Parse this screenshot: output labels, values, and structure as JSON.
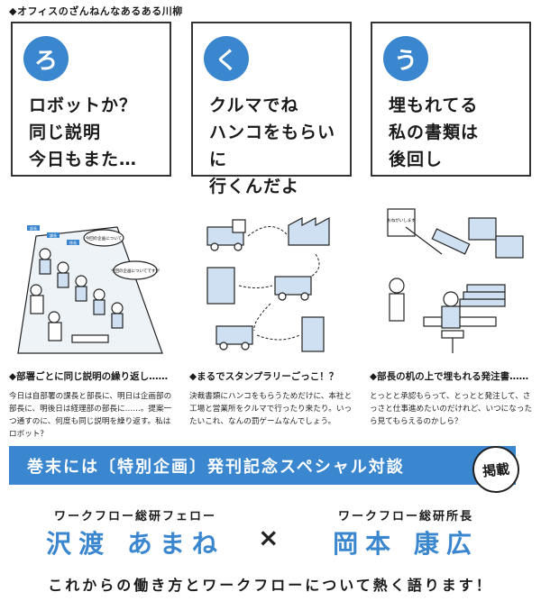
{
  "header": {
    "title": "◆オフィスのざんねんなあるある川柳"
  },
  "senryu": [
    {
      "kana": "ろ",
      "lines": [
        "ロボットか？",
        "同じ説明",
        "今日もまた…"
      ]
    },
    {
      "kana": "く",
      "lines": [
        "クルマでね",
        "ハンコをもらいに",
        "行くんだよ"
      ]
    },
    {
      "kana": "う",
      "lines": [
        "埋もれてる",
        "私の書類は",
        "後回し"
      ]
    }
  ],
  "illustrations": [
    {
      "bubbles": [
        "今回の企画について",
        "今回の企画についてですが"
      ],
      "labels": [
        "部長",
        "課長",
        "係長"
      ]
    },
    {
      "bubbles": []
    },
    {
      "bubbles": [
        "おねがいします"
      ]
    }
  ],
  "captions": [
    {
      "title": "◆部署ごとに同じ説明の繰り返し……",
      "body": "今日は自部署の課長と部長に、明日は企画部の部長に、明後日は経理部の部長に……。提案一つ通すのに、何度も同じ説明を繰り返す。私はロボット？"
    },
    {
      "title": "◆まるでスタンプラリーごっこ！？",
      "body": "決裁書類にハンコをもらうためだけに、本社と工場と営業所をクルマで行ったり来たり。いったいこれ、なんの罰ゲームなんでしょう。"
    },
    {
      "title": "◆部長の机の上で埋もれる発注書……",
      "body": "とっとと承認もらって、とっとと発注して、さっさと仕事進めたいのだけれど、いつになったら見てもらえるのかしら？"
    }
  ],
  "banner": {
    "text": "巻末には〔特別企画〕発刊記念スペシャル対談",
    "stamp": "掲載"
  },
  "guests": [
    {
      "role": "ワークフロー総研フェロー",
      "name": "沢渡 あまね"
    },
    {
      "role": "ワークフロー総研所長",
      "name": "岡本 康広"
    }
  ],
  "times": "×",
  "closing": "これからの働き方とワークフローについて熱く語ります！",
  "colors": {
    "accent": "#3a86cf",
    "ink": "#1a1a1a"
  }
}
